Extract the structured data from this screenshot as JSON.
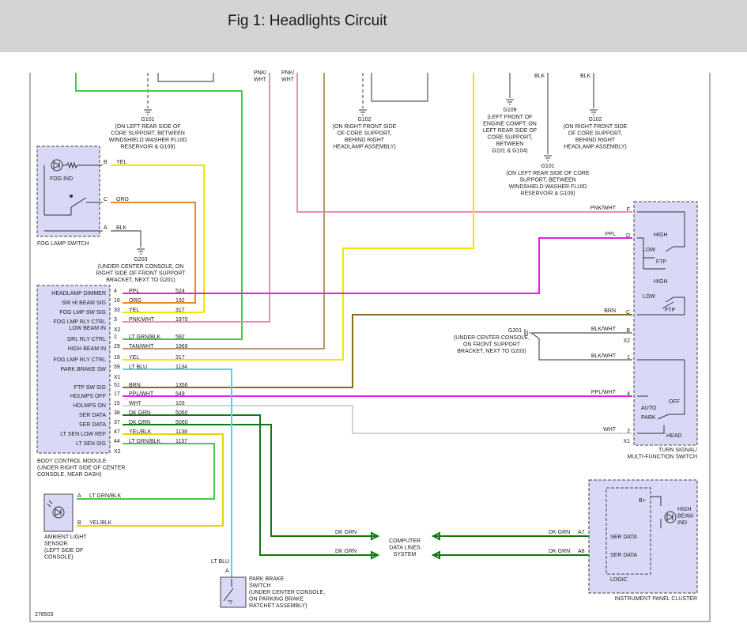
{
  "header": {
    "title": "Fig 1: Headlights Circuit"
  },
  "colors": {
    "header_bg": "#d4d4d4",
    "module_fill": "#d9d9f7",
    "wire_yellow": "#f2e600",
    "wire_orange": "#f08a1e",
    "wire_green": "#44cc44",
    "wire_pink": "#f08cb0",
    "wire_magenta": "#e61ee6",
    "wire_tan": "#b39a6a",
    "wire_brown": "#8a6a14",
    "wire_cyan": "#44dddd",
    "wire_darkgreen": "#127812",
    "wire_white": "#d4d4d4",
    "wire_black": "#555555"
  },
  "top_labels": {
    "pnk_wht_1": "PNK/\nWHT",
    "pnk_wht_2": "PNK/\nWHT",
    "blk_1": "BLK",
    "blk_2": "BLK"
  },
  "grounds": {
    "g101_a": {
      "name": "G101",
      "desc": "(ON LEFT REAR SIDE OF\nCORE SUPPORT, BETWEEN\nWINDSHIELD WASHER FLUID\nRESERVOIR & G109)"
    },
    "g102_a": {
      "name": "G102",
      "desc": "(ON RIGHT FRONT SIDE\nOF CORE SUPPORT,\nBEHIND RIGHT\nHEADLAMP ASSEMBLY)"
    },
    "g109": {
      "name": "G109",
      "desc": "(LEFT FRONT OF\nENGINE COMPT, ON\nLEFT REAR SIDE OF\nCORE SUPPORT,\nBETWEEN\nG101 & G104)"
    },
    "g102_b": {
      "name": "G102",
      "desc": "(ON RIGHT FRONT SIDE\nOF CORE SUPPORT,\nBEHIND RIGHT\nHEADLAMP ASSEMBLY)"
    },
    "g101_b": {
      "name": "G101",
      "desc": "(ON LEFT REAR SIDE OF CORE\nSUPPORT, BETWEEN\nWINDSHIELD WASHER FLUID\nRESERVOIR & G109)"
    },
    "g203": {
      "name": "G203",
      "desc": "(UNDER CENTER CONSOLE, ON\nRIGHT SIDE OF FRONT SUPPORT\nBRACKET, NEXT TO G201)"
    },
    "g201": {
      "name": "G201",
      "desc": "(UNDER CENTER CONSOLE,\nON FRONT SUPPORT\nBRACKET, NEXT TO G203)"
    }
  },
  "fog_switch": {
    "label": "FOG LAMP SWITCH",
    "ind_label": "FOG IND",
    "pins": [
      {
        "pin": "B",
        "color": "YEL"
      },
      {
        "pin": "C",
        "color": "ORG"
      },
      {
        "pin": "A",
        "color": "BLK"
      }
    ]
  },
  "bcm": {
    "label": "BODY CONTROL MODULE\n(UNDER RIGHT SIDE OF CENTER\nCONSOLE, NEAR DASH)",
    "rows": [
      {
        "name": "HEADLAMP DIMMER",
        "pin": "4",
        "color": "PPL",
        "circuit": "524"
      },
      {
        "name": "SW HI BEAM SIG",
        "pin": "16",
        "color": "ORG",
        "circuit": "192"
      },
      {
        "name": "FOG LMP SW SIG",
        "pin": "33",
        "color": "YEL",
        "circuit": "317"
      },
      {
        "name": "FOG LMP RLY CTRL",
        "pin": "3",
        "color": "PNK/WHT",
        "circuit": "1970"
      },
      {
        "name": "LOW BEAM IN",
        "pin": "X2",
        "color": "",
        "circuit": ""
      },
      {
        "name": "DRL RLY CTRL",
        "pin": "2",
        "color": "LT GRN/BLK",
        "circuit": "592"
      },
      {
        "name": "HIGH BEAM IN",
        "pin": "29",
        "color": "TAN/WHT",
        "circuit": "1969"
      },
      {
        "name": "FOG LMP RLY CTRL",
        "pin": "19",
        "color": "YEL",
        "circuit": "317"
      },
      {
        "name": "PARK BRAKE SW",
        "pin": "59",
        "color": "LT BLU",
        "circuit": "1134"
      },
      {
        "name": "",
        "pin": "X1",
        "color": "",
        "circuit": ""
      },
      {
        "name": "FTP SW SIG",
        "pin": "51",
        "color": "BRN",
        "circuit": "1356"
      },
      {
        "name": "HDLMPS OFF",
        "pin": "17",
        "color": "PPL/WHT",
        "circuit": "549"
      },
      {
        "name": "HDLMPS ON",
        "pin": "15",
        "color": "WHT",
        "circuit": "103"
      },
      {
        "name": "SER DATA",
        "pin": "38",
        "color": "DK GRN",
        "circuit": "5060"
      },
      {
        "name": "SER DATA",
        "pin": "37",
        "color": "DK GRN",
        "circuit": "5060"
      },
      {
        "name": "LT SEN LOW REF",
        "pin": "47",
        "color": "YEL/BLK",
        "circuit": "1138"
      },
      {
        "name": "LT SEN SIG",
        "pin": "44",
        "color": "LT GRN/BLK",
        "circuit": "1137"
      },
      {
        "name": "",
        "pin": "X2",
        "color": "",
        "circuit": ""
      }
    ]
  },
  "turn_switch": {
    "label": "TURN SIGNAL/\nMULTI-FUNCTION SWITCH",
    "pins": [
      {
        "pin": "F",
        "color": "PNK/WHT"
      },
      {
        "pin": "D",
        "color": "PPL"
      },
      {
        "pin": "C",
        "color": "BRN"
      },
      {
        "pin": "B",
        "color": "BLK/WHT"
      },
      {
        "pin": "X2",
        "color": ""
      },
      {
        "pin": "1",
        "color": "BLK/WHT"
      },
      {
        "pin": "4",
        "color": "PPL/WHT"
      },
      {
        "pin": "2",
        "color": "WHT"
      },
      {
        "pin": "X1",
        "color": ""
      }
    ],
    "contacts": [
      "HIGH",
      "LOW",
      "FTP",
      "HIGH",
      "LOW",
      "FTP",
      "OFF",
      "AUTO",
      "PARK",
      "HEAD"
    ]
  },
  "ambient_sensor": {
    "label": "AMBIENT LIGHT\nSENSOR\n(LEFT SIDE OF\nCONSOLE)",
    "pins": [
      {
        "pin": "A",
        "color": "LT GRN/BLK"
      },
      {
        "pin": "B",
        "color": "YEL/BLK"
      }
    ]
  },
  "park_brake": {
    "label": "PARK BRAKE\nSWITCH\n(UNDER CENTER CONSOLE,\nON PARKING BRAKE\nRATCHET ASSEMBLY)",
    "wire": "LT BLU",
    "pin": "A"
  },
  "data_lines": {
    "label": "COMPUTER\nDATA LINES\nSYSTEM",
    "left_wires": [
      "DK GRN",
      "DK GRN"
    ],
    "right_wires": [
      {
        "color": "DK GRN",
        "pin": "A7"
      },
      {
        "color": "DK GRN",
        "pin": "A8"
      }
    ]
  },
  "ipc": {
    "label": "INSTRUMENT PANEL CLUSTER",
    "logic_label": "LOGIC",
    "bplus": "B+",
    "ser_data_1": "SER DATA",
    "ser_data_2": "SER DATA",
    "ind_label": "HIGH\nBEAM\nIND"
  },
  "figure_number": "278503"
}
